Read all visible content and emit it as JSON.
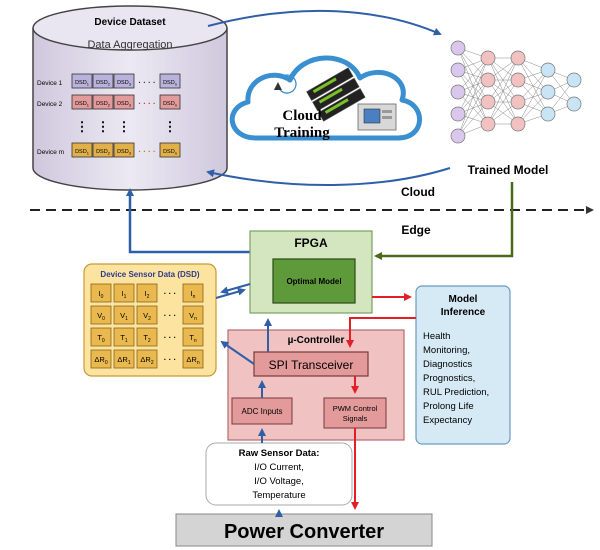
{
  "cloud_section": {
    "dataset": {
      "title": "Device Dataset",
      "subtitle": "Data Aggregation",
      "rows": [
        {
          "label": "Device 1",
          "cells": [
            "DSD",
            "DSD",
            "DSD",
            "DSD"
          ],
          "subs": [
            "1",
            "2",
            "3",
            "n"
          ]
        },
        {
          "label": "Device 2",
          "cells": [
            "DSD",
            "DSD",
            "DSD",
            "DSD"
          ],
          "subs": [
            "1",
            "2",
            "3",
            "n"
          ]
        },
        {
          "label": "Device m",
          "cells": [
            "DSD",
            "DSD",
            "DSD",
            "DSD"
          ],
          "subs": [
            "1",
            "2",
            "3",
            "n"
          ]
        }
      ],
      "ellipsis": "· · · ·",
      "vdots": "⋮"
    },
    "cloud_training": {
      "line1": "Cloud",
      "line2": "Training"
    },
    "trained_model": "Trained Model"
  },
  "divider": {
    "cloud": "Cloud",
    "edge": "Edge"
  },
  "edge_section": {
    "fpga": {
      "title": "FPGA",
      "model": "Optimal Model"
    },
    "dsd": {
      "title": "Device Sensor Data (DSD)",
      "rows": [
        [
          "I",
          "I",
          "I",
          "I"
        ],
        [
          "V",
          "V",
          "V",
          "V"
        ],
        [
          "T",
          "T",
          "T",
          "T"
        ],
        [
          "ΔR",
          "ΔR",
          "ΔR",
          "ΔR"
        ]
      ],
      "subs": [
        "0",
        "1",
        "2",
        "n"
      ],
      "ellipsis": "· · ·"
    },
    "inference": {
      "title": [
        "Model",
        "Inference"
      ],
      "items": [
        "Health",
        "Monitoring,",
        "Diagnostics",
        "Prognostics,",
        "RUL Prediction,",
        "Prolong Life",
        "Expectancy"
      ]
    },
    "mcu": {
      "title": "µ-Controller",
      "spi": "SPI Transceiver",
      "adc": "ADC Inputs",
      "pwm": [
        "PWM Control",
        "Signals"
      ]
    },
    "raw_sensor": {
      "title": "Raw Sensor Data:",
      "lines": [
        "I/O Current,",
        "I/O Voltage,",
        "Temperature"
      ]
    },
    "power": "Power Converter"
  },
  "colors": {
    "blue_arrow": "#2e5fa8",
    "red_arrow": "#e31e24",
    "green_arrow": "#4a6a1a",
    "fpga_fill": "#d3e6c0",
    "fpga_inner": "#5f9a3a",
    "dsd_fill": "#fde3a0",
    "dsd_cell": "#e9b84e",
    "mcu_fill": "#f0c2c2",
    "mcu_inner": "#e29a9a",
    "inference_fill": "#d6eaf6",
    "dataset_fill": "#e4e0ee"
  }
}
